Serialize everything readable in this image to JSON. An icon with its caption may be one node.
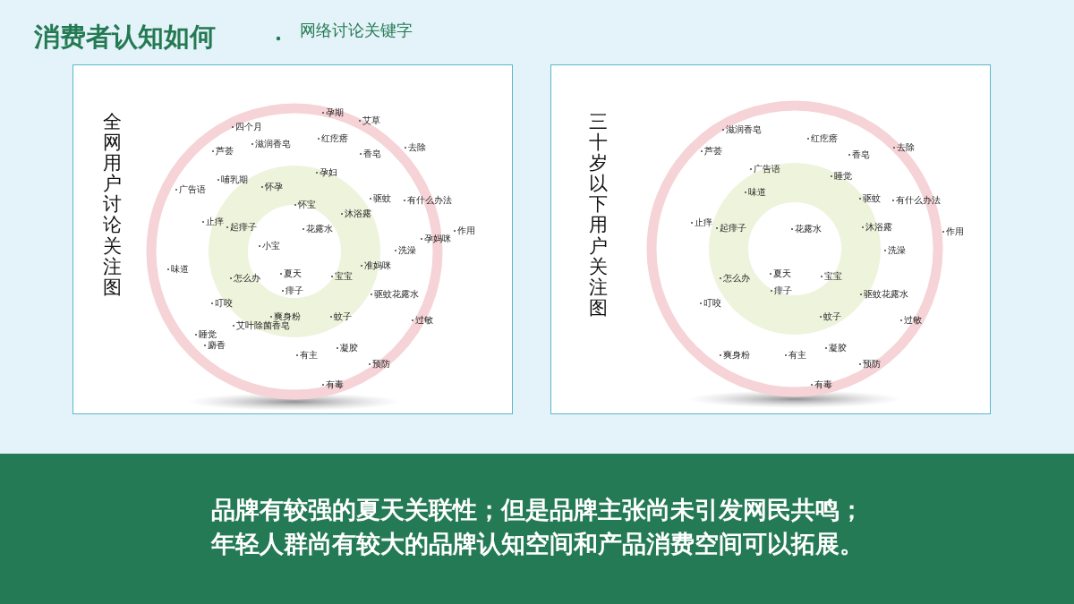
{
  "diagram": {
    "title": "消费者认知如何",
    "nodes": [
      {
        "text": [
          "全网用户讨论关注图"
        ]
      },
      {
        "text": [
          "三十岁以下用户关注图"
        ]
      },
      {
        "text": [
          "品牌有较强的夏天关联性；但是品牌主张尚未引发网民共鸣；",
          "年轻人群尚有较大的品牌认知空间和产品消费空间可以拓展。"
        ]
      }
    ],
    "labels": [
      "网络讨论关键字",
      "孕期",
      "艾草",
      "四个月",
      "红疙瘩",
      "滋润香皂",
      "去除",
      "芦荟",
      "香皂",
      "孕妇",
      "哺乳期",
      "怀孕",
      "广告语",
      "驱蚊",
      "有什么办法",
      "怀宝",
      "沐浴露",
      "止痒",
      "起痱子",
      "花露水",
      "作用",
      "孕妈咪",
      "小宝",
      "洗澡",
      "准妈咪",
      "味道",
      "夏天",
      "宝宝",
      "怎么办",
      "痱子",
      "驱蚊花露水",
      "叮咬",
      "爽身粉",
      "蚊子",
      "过敏",
      "艾叶除菌香皂",
      "睡觉",
      "麝香",
      "凝胶",
      "有主",
      "预防",
      "有毒",
      "滋润香皂",
      "红疙瘩",
      "去除",
      "芦荟",
      "香皂",
      "广告语",
      "睡觉",
      "味道",
      "驱蚊",
      "有什么办法",
      "止痒",
      "沐浴露",
      "起痱子",
      "花露水",
      "作用",
      "洗澡",
      "夏天",
      "宝宝",
      "怎么办",
      "痱子",
      "驱蚊花露水",
      "叮咬",
      "蚊子",
      "过敏",
      "凝胶",
      "爽身粉",
      "有主",
      "预防",
      "有毒"
    ]
  }
}
